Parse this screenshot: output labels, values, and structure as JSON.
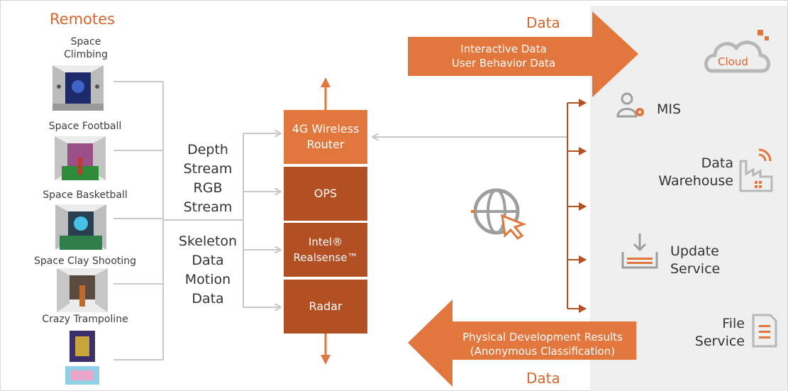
{
  "remotes": {
    "title": "Remotes",
    "items": [
      {
        "label": "Space\nClimbing"
      },
      {
        "label": "Space Football"
      },
      {
        "label": "Space Basketball"
      },
      {
        "label": "Space Clay Shooting"
      },
      {
        "label": "Crazy Trampoline"
      }
    ]
  },
  "streams": {
    "group1": "Depth\nStream\nRGB\nStream",
    "group2": "Skeleton\nData\nMotion\nData"
  },
  "stack": {
    "router": "4G Wireless\nRouter",
    "ops": "OPS",
    "realsense": "Intel®\nRealsense™",
    "radar": "Radar"
  },
  "top_arrow": {
    "caption": "Data",
    "text": "Interactive Data\nUser Behavior Data"
  },
  "bottom_arrow": {
    "caption": "Data",
    "text": "Physical Development Results\n(Anonymous Classification)"
  },
  "services": {
    "cloud": "Cloud",
    "mis": "MIS",
    "warehouse": "Data\nWarehouse",
    "update": "Update\nService",
    "file": "File\nService"
  },
  "colors": {
    "accent": "#e2773d",
    "accent_dark": "#b24f23",
    "panel": "#efefef",
    "connector": "#c8c8c8"
  }
}
